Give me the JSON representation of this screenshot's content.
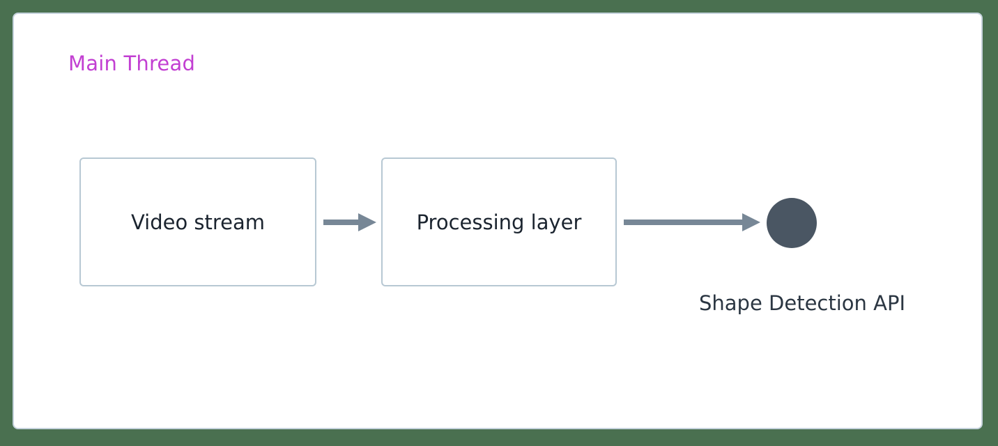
{
  "diagram": {
    "background_color": "#4a7050",
    "frame": {
      "label": "Main Thread",
      "label_color": "#c23fd2",
      "border_color": "#c5d2dc",
      "fill_color": "#ffffff"
    },
    "nodes": [
      {
        "id": "video-stream",
        "label": "Video stream",
        "shape": "rounded-rectangle",
        "border_color": "#b7c8d3",
        "fill_color": "#ffffff",
        "text_color": "#1b242f"
      },
      {
        "id": "processing-layer",
        "label": "Processing layer",
        "shape": "rounded-rectangle",
        "border_color": "#b7c8d3",
        "fill_color": "#ffffff",
        "text_color": "#1b242f"
      },
      {
        "id": "shape-detection-api",
        "label": "Shape Detection API",
        "shape": "circle",
        "fill_color": "#4a5663",
        "text_color": "#2b3642"
      }
    ],
    "edges": [
      {
        "id": "edge-video-to-processing",
        "from": "video-stream",
        "to": "processing-layer",
        "style": "solid-arrow",
        "color": "#778796",
        "label": ""
      },
      {
        "id": "edge-processing-to-api",
        "from": "processing-layer",
        "to": "shape-detection-api",
        "style": "solid-arrow",
        "color": "#778796",
        "label": ""
      }
    ]
  }
}
